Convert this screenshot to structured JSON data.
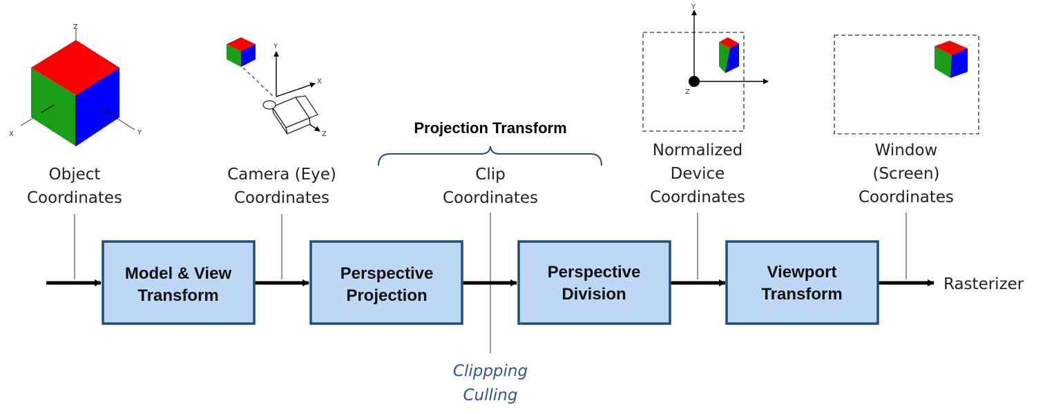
{
  "stages": [
    {
      "line1": "Object",
      "line2": "Coordinates"
    },
    {
      "line1": "Camera (Eye)",
      "line2": "Coordinates"
    },
    {
      "line1": "Clip",
      "line2": "Coordinates"
    },
    {
      "line1": "Normalized",
      "line2": "Device",
      "line3": "Coordinates"
    },
    {
      "line1": "Window",
      "line2": "(Screen)",
      "line3": "Coordinates"
    }
  ],
  "boxes": [
    {
      "line1": "Model & View",
      "line2": "Transform"
    },
    {
      "line1": "Perspective",
      "line2": "Projection"
    },
    {
      "line1": "Perspective",
      "line2": "Division"
    },
    {
      "line1": "Viewport",
      "line2": "Transform"
    }
  ],
  "projection_title": "Projection Transform",
  "output_label": "Rasterizer",
  "clip_notes": {
    "line1": "Clippping",
    "line2": "Culling"
  },
  "axes": {
    "object": {
      "z": "Z",
      "x": "X",
      "y": "Y"
    },
    "camera": {
      "y": "Y",
      "x": "X",
      "z": "Z"
    },
    "ndc": {
      "y": "Y",
      "z": "Z"
    }
  },
  "colors": {
    "box_fill": "#bdd7f5",
    "box_border": "#1f4e79",
    "cube_red": "#ff0000",
    "cube_green": "#1a9e1a",
    "cube_blue": "#0000ff",
    "note_text": "#2f5597",
    "brace": "#1f4e79"
  }
}
